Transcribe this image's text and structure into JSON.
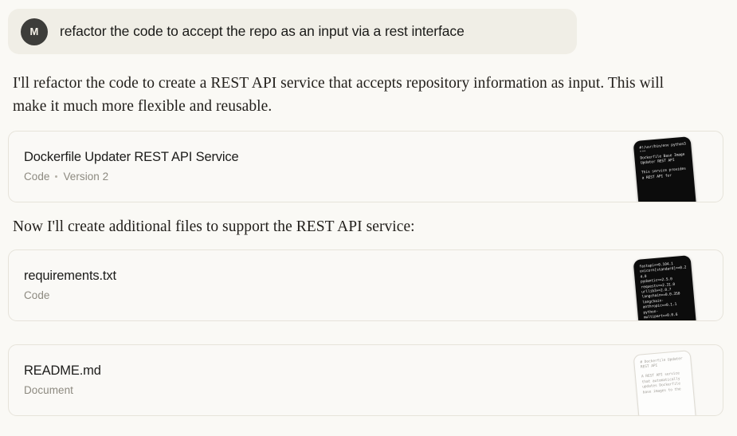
{
  "user_message": {
    "avatar_initial": "M",
    "text": "refactor the code to accept the repo as an input via a rest interface"
  },
  "assistant": {
    "paragraph_1": "I'll refactor the code to create a REST API service that accepts repository information as input. This will make it much more flexible and reusable.",
    "paragraph_2": "Now I'll create additional files to support the REST API service:"
  },
  "artifacts": [
    {
      "title": "Dockerfile Updater REST API Service",
      "kind": "Code",
      "version": "Version 2",
      "thumbnail_style": "dark",
      "thumbnail_lines": [
        "#!/usr/bin/env python3",
        "\"\"\"",
        "Dockerfile Base Image Updater REST API",
        "",
        "This service provides a REST API for"
      ]
    },
    {
      "title": "requirements.txt",
      "kind": "Code",
      "version": "",
      "thumbnail_style": "dark",
      "thumbnail_lines": [
        "fastapi==0.104.1",
        "uvicorn[standard]==0.24.0",
        "pydantic==2.5.0",
        "requests==2.31.0",
        "urllib3==2.0.7",
        "langchain==0.0.350",
        "langchain-anthropic==0.1.1",
        "python-multipart==0.0.6"
      ]
    },
    {
      "title": "README.md",
      "kind": "Document",
      "version": "",
      "thumbnail_style": "light",
      "thumbnail_lines": [
        "# Dockerfile Updater REST API",
        "",
        "A REST API service that automatically updates Dockerfile base images to the"
      ]
    }
  ],
  "colors": {
    "page_background": "#faf9f5",
    "bubble_background": "#f0eee6",
    "avatar_background": "#3d3d3a",
    "card_border": "#e6e3da",
    "meta_text": "#8d8a80",
    "body_text": "#23201c"
  }
}
